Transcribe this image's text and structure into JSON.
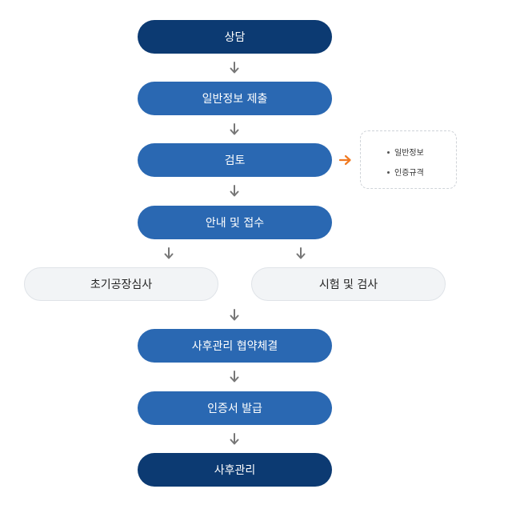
{
  "steps": [
    {
      "label": "상담"
    },
    {
      "label": "일반정보 제출"
    },
    {
      "label": "검토"
    },
    {
      "label": "안내 및 접수"
    },
    {
      "label": "사후관리 협약체결"
    },
    {
      "label": "인증서 발급"
    },
    {
      "label": "사후관리"
    }
  ],
  "branches": {
    "left": {
      "label": "초기공장심사"
    },
    "right": {
      "label": "시험 및 검사"
    }
  },
  "review_note": {
    "items": [
      "일반정보",
      "인증규격"
    ]
  },
  "colors": {
    "step_dark": "#0c3a72",
    "step_mid": "#2a68b2",
    "branch_bg": "#f2f4f6",
    "arrow": "#777777",
    "accent_arrow": "#f07a22"
  }
}
